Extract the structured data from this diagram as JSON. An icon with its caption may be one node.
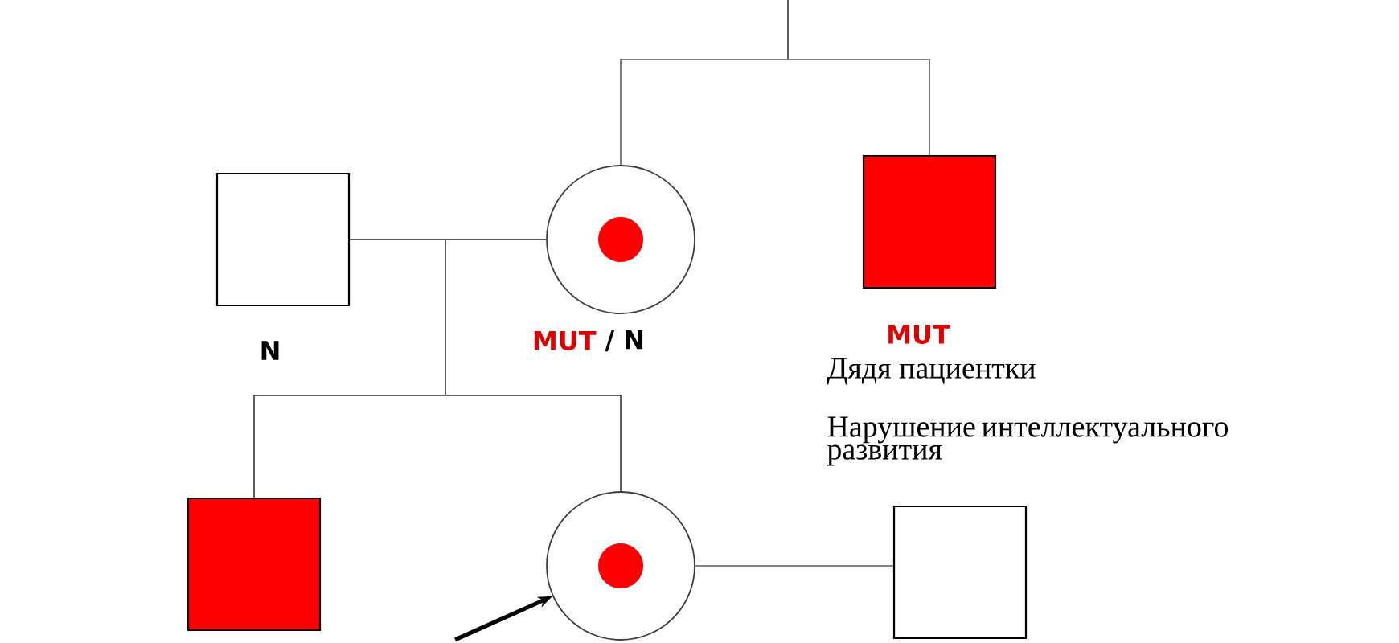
{
  "diagram": {
    "nodes": [
      {
        "text": [],
        "shape": "box",
        "beside": [
          "N"
        ]
      },
      {
        "text": [],
        "shape": "circle",
        "beside": [
          "MUT",
          "/ N"
        ]
      },
      {
        "text": [],
        "shape": "box",
        "beside": [
          "MUT",
          "Дядя пациентки",
          "Нарушение интеллектуального развития"
        ]
      },
      {
        "text": [],
        "shape": "box"
      },
      {
        "text": [],
        "shape": "circle"
      },
      {
        "text": [],
        "shape": "box"
      }
    ],
    "edges": [
      {
        "from": null,
        "to": 1,
        "arrow": "none"
      },
      {
        "from": null,
        "to": 2,
        "arrow": "none"
      },
      {
        "from": 0,
        "to": 1,
        "arrow": "none"
      },
      {
        "from": 0,
        "to": 3,
        "arrow": "none"
      },
      {
        "from": 0,
        "to": 4,
        "arrow": "none"
      },
      {
        "from": 1,
        "to": 3,
        "arrow": "none"
      },
      {
        "from": 1,
        "to": 4,
        "arrow": "none"
      },
      {
        "from": 4,
        "to": 5,
        "arrow": "none"
      },
      {
        "from": null,
        "to": 4,
        "arrow": "to",
        "style": "thick",
        "color": "#000000"
      }
    ]
  }
}
